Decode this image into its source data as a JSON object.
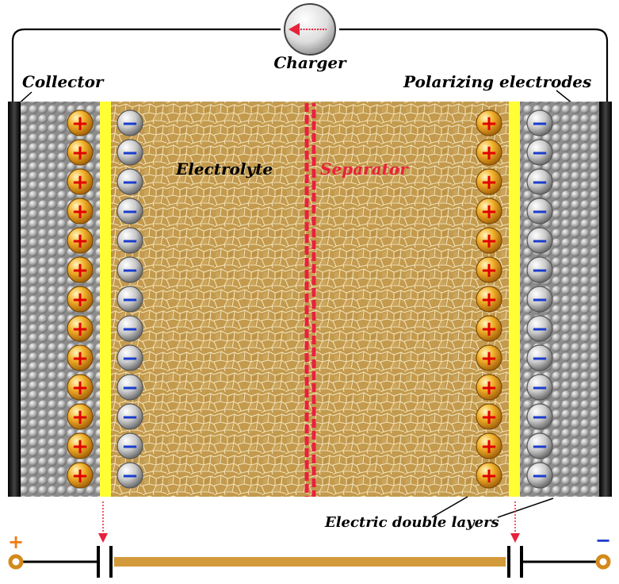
{
  "labels": {
    "charger": "Charger",
    "collector": "Collector",
    "polarizing_electrodes": "Polarizing electrodes",
    "electrolyte": "Electrolyte",
    "separator": "Separator",
    "double_layers": "Electric double layers"
  },
  "terminals": {
    "positive_symbol": "+",
    "negative_symbol": "−"
  },
  "ions": {
    "positive_symbol": "+",
    "negative_symbol": "−",
    "rows": 13
  },
  "colors": {
    "collector": "#1a1a1a",
    "electrolyte": "#c9a258",
    "cell_line": "#f1e0b4",
    "double_layer": "#ffff33",
    "separator": "#e8213c",
    "positive_ion": "#f0a21c",
    "positive_sign": "#e00000",
    "negative_sign": "#1a3ccc",
    "bar": "#d39a3c",
    "terminal": "#d38a1c"
  }
}
